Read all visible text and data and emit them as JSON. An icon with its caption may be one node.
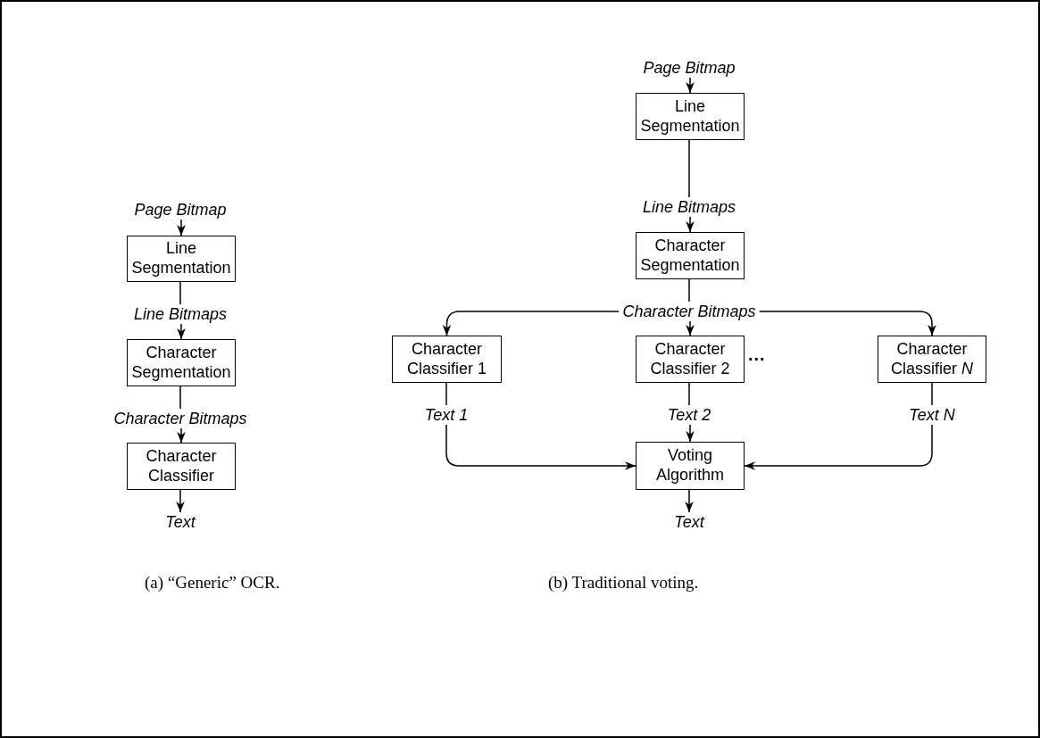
{
  "diagram": {
    "nodes": [
      {
        "text": [
          "Page Bitmap"
        ]
      },
      {
        "text": [
          "Line Segmentation"
        ]
      },
      {
        "text": [
          "Line Bitmaps"
        ]
      },
      {
        "text": [
          "Character Segmentation"
        ]
      },
      {
        "text": [
          "Character Bitmaps"
        ]
      },
      {
        "text": [
          "Character Classifier"
        ]
      },
      {
        "text": [
          "Text"
        ]
      },
      {
        "text": [
          "Page Bitmap"
        ]
      },
      {
        "text": [
          "Line Segmentation"
        ]
      },
      {
        "text": [
          "Line Bitmaps"
        ]
      },
      {
        "text": [
          "Character Segmentation"
        ]
      },
      {
        "text": [
          "Character Bitmaps"
        ]
      },
      {
        "text": [
          "Character Classifier 1"
        ]
      },
      {
        "text": [
          "Character Classifier 2"
        ]
      },
      {
        "text": [
          "Character Classifier *N*"
        ]
      },
      {
        "text": [
          "Text 1"
        ]
      },
      {
        "text": [
          "Text 2"
        ]
      },
      {
        "text": [
          "Text N"
        ]
      },
      {
        "text": [
          "Voting Algorithm"
        ]
      },
      {
        "text": [
          "Text"
        ]
      }
    ],
    "edges": [
      {
        "from": 0,
        "to": 1,
        "arrow": "to"
      },
      {
        "from": 1,
        "to": 2,
        "arrow": "none"
      },
      {
        "from": 2,
        "to": 3,
        "arrow": "to"
      },
      {
        "from": 3,
        "to": 4,
        "arrow": "none"
      },
      {
        "from": 4,
        "to": 5,
        "arrow": "to"
      },
      {
        "from": 5,
        "to": 6,
        "arrow": "to"
      },
      {
        "from": 7,
        "to": 8,
        "arrow": "to"
      },
      {
        "from": 8,
        "to": 9,
        "arrow": "none"
      },
      {
        "from": 9,
        "to": 10,
        "arrow": "to"
      },
      {
        "from": 10,
        "to": 11,
        "arrow": "none"
      },
      {
        "from": 11,
        "to": 12,
        "arrow": "to"
      },
      {
        "from": 11,
        "to": 13,
        "arrow": "to"
      },
      {
        "from": 11,
        "to": 14,
        "arrow": "to"
      },
      {
        "from": 12,
        "to": 15,
        "arrow": "none"
      },
      {
        "from": 13,
        "to": 16,
        "arrow": "none"
      },
      {
        "from": 14,
        "to": 17,
        "arrow": "none"
      },
      {
        "from": 15,
        "to": 18,
        "arrow": "to"
      },
      {
        "from": 16,
        "to": 18,
        "arrow": "to"
      },
      {
        "from": 17,
        "to": 18,
        "arrow": "to"
      },
      {
        "from": 18,
        "to": 19,
        "arrow": "to"
      }
    ],
    "labels": [
      "...",
      "(a) “Generic” OCR.",
      "(b) Traditional voting."
    ]
  }
}
